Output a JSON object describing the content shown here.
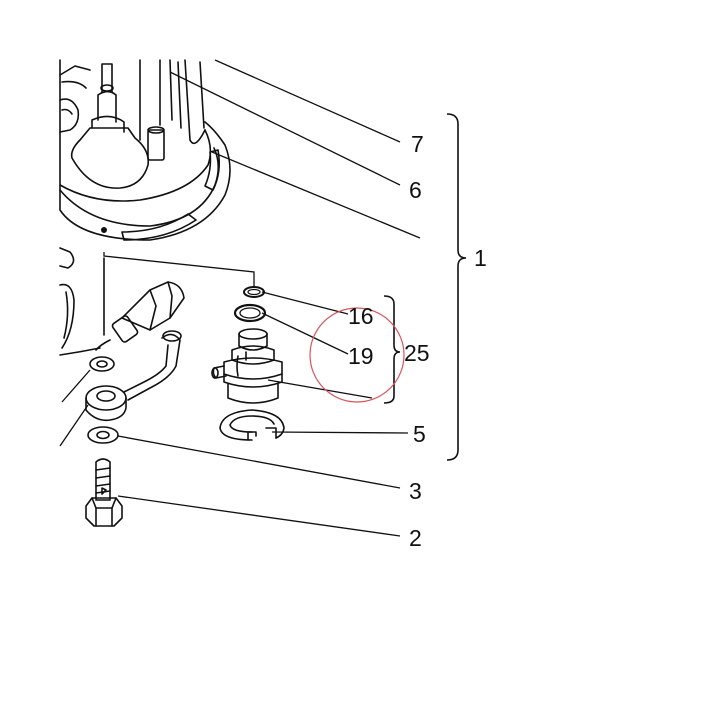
{
  "diagram": {
    "callouts": [
      {
        "id": "7",
        "label": "7"
      },
      {
        "id": "6",
        "label": "6"
      },
      {
        "id": "1",
        "label": "1"
      },
      {
        "id": "16",
        "label": "16"
      },
      {
        "id": "19",
        "label": "19"
      },
      {
        "id": "25",
        "label": "25"
      },
      {
        "id": "5",
        "label": "5"
      },
      {
        "id": "3",
        "label": "3"
      },
      {
        "id": "2",
        "label": "2"
      }
    ],
    "colors": {
      "line": "#111111",
      "annotation_circle": "#d9545c",
      "background": "#ffffff"
    },
    "icons": [
      "fuel-pump-assembly",
      "electrical-connector",
      "o-ring",
      "pressure-regulator",
      "retaining-clip",
      "banjo-fitting",
      "washer",
      "banjo-bolt"
    ]
  }
}
